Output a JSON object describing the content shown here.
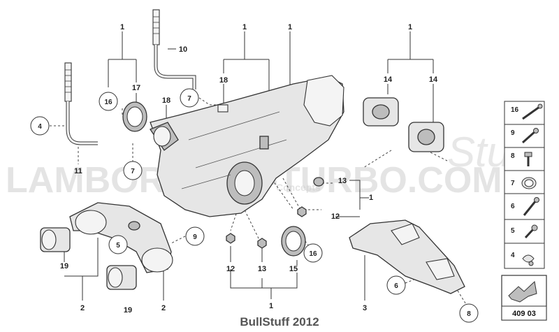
{
  "diagram": {
    "labels": {
      "c4": "4",
      "c5": "5",
      "c6": "6",
      "c7a": "7",
      "c7b": "7",
      "c8": "8",
      "c9": "9",
      "c16a": "16",
      "c16b": "16",
      "l1a": "1",
      "l1b": "1",
      "l1c": "1",
      "l1d": "1",
      "l1e": "1",
      "l1f": "1",
      "l2a": "2",
      "l2b": "2",
      "l3": "3",
      "l10": "10",
      "l11": "11",
      "l12a": "12",
      "l12b": "12",
      "l13a": "13",
      "l13b": "13",
      "l14a": "14",
      "l14b": "14",
      "l15": "15",
      "l17": "17",
      "l18a": "18",
      "l18b": "18",
      "l19a": "19",
      "l19b": "19"
    },
    "side_panel": {
      "items": [
        {
          "number": "16",
          "icon": "bolt-long-icon"
        },
        {
          "number": "9",
          "icon": "bolt-icon"
        },
        {
          "number": "8",
          "icon": "bolt-flange-icon"
        },
        {
          "number": "7",
          "icon": "clamp-icon"
        },
        {
          "number": "6",
          "icon": "bolt-icon"
        },
        {
          "number": "5",
          "icon": "bolt-short-icon"
        },
        {
          "number": "4",
          "icon": "hose-clip-icon"
        }
      ]
    },
    "reference": {
      "code": "409 03",
      "icon": "arrow-icon"
    },
    "watermark": {
      "main": "LAMBORGHINI-TURBO.COM",
      "script": "Stuff",
      "sub": "Concepts"
    },
    "copyright": "BullStuff 2012"
  }
}
